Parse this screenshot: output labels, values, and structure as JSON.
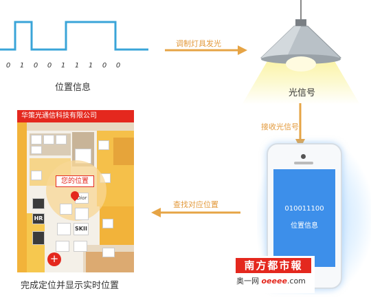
{
  "signal": {
    "bits": [
      "0",
      "1",
      "0",
      "0",
      "1",
      "1",
      "1",
      "0",
      "0"
    ],
    "caption": "位置信息"
  },
  "arrows": {
    "modulate": "调制灯具发光",
    "receive": "接收光信号",
    "lookup": "查找对应位置"
  },
  "lamp": {
    "caption": "光信号"
  },
  "phone": {
    "code": "010011100",
    "label": "位置信息"
  },
  "app": {
    "header": "华策光通信科技有限公司",
    "you_are_here": "您的位置",
    "plus": "+",
    "shops": [
      "HR",
      "SKII",
      "Dior"
    ],
    "caption": "完成定位并显示实时位置"
  },
  "logo": {
    "main": "南方都市報",
    "sub_prefix": "奥一网",
    "sub_domain": "oeeee",
    "sub_suffix": ".com"
  },
  "colors": {
    "signal": "#3aa4d8",
    "arrow": "#e6a445",
    "screen": "#3d8fea",
    "brand_red": "#e4281e"
  }
}
